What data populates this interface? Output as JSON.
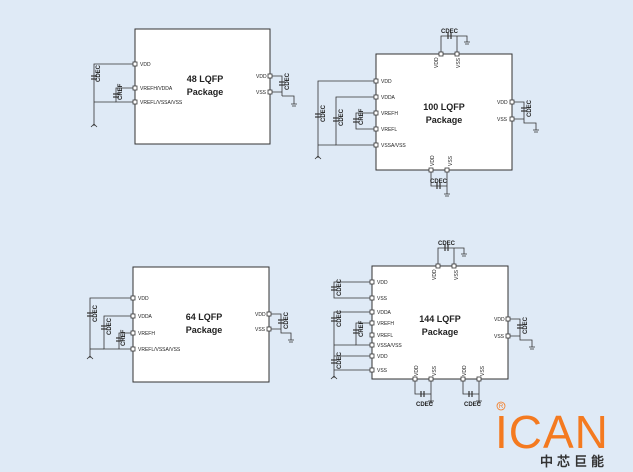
{
  "packages": [
    {
      "name": "48 LQFP",
      "sub": "Package"
    },
    {
      "name": "100 LQFP",
      "sub": "Package"
    },
    {
      "name": "64 LQFP",
      "sub": "Package"
    },
    {
      "name": "144 LQFP",
      "sub": "Package"
    }
  ],
  "pins": {
    "vdd": "VDD",
    "vss": "VSS",
    "vdda": "VDDA",
    "vrefh": "VREFH",
    "vrefh_vdda": "VREFH/VDDA",
    "vrefl": "VREFL",
    "vrefl_vssa_vss": "VREFL/VSSA/VSS",
    "vssa_vss": "VSSA/VSS"
  },
  "caps": {
    "cdec": "CDEC",
    "cref": "CREF"
  },
  "logo": {
    "brand": "ICAN",
    "sub": "中芯巨能",
    "icon": "registered-mark-icon"
  },
  "colors": {
    "background": "#dfeaf6",
    "logo_orange": "#f47a20"
  }
}
